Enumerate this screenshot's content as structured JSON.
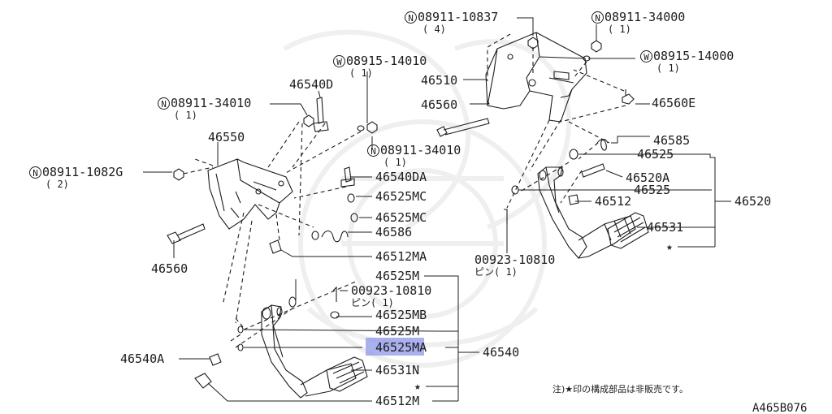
{
  "labels": {
    "n_08911_10837": "08911-10837",
    "n_08911_10837_qty": "( 4)",
    "n_08911_34000": "08911-34000",
    "n_08911_34000_qty": "( 1)",
    "w_08915_14000": "08915-14000",
    "w_08915_14000_qty": "( 1)",
    "p_46510": "46510",
    "p_46560_top": "46560",
    "p_46560E": "46560E",
    "w_08915_14010": "08915-14010",
    "w_08915_14010_qty": "( 1)",
    "p_46540D": "46540D",
    "n_08911_34010_a": "08911-34010",
    "n_08911_34010_a_qty": "( 1)",
    "n_08911_34010_b": "08911-34010",
    "n_08911_34010_b_qty": "( 1)",
    "p_46550": "46550",
    "n_08911_1082G": "08911-1082G",
    "n_08911_1082G_qty": "( 2)",
    "p_46540DA": "46540DA",
    "p_46525MC_1": "46525MC",
    "p_46525MC_2": "46525MC",
    "p_46586": "46586",
    "p_46512MA": "46512MA",
    "p_46560_left": "46560",
    "p_46585": "46585",
    "p_46525_a": "46525",
    "p_46520A": "46520A",
    "p_46525_b": "46525",
    "p_46512": "46512",
    "p_46520": "46520",
    "p_46531": "46531",
    "pin_00923_10810_r": "00923-10810",
    "pin_00923_10810_r_sub": "ピン( 1)",
    "p_46525M_1": "46525M",
    "pin_00923_10810_l": "00923-10810",
    "pin_00923_10810_l_sub": "ピン( 1)",
    "p_46525MB": "46525MB",
    "p_46525M_2": "46525M",
    "p_46525MA": "46525MA",
    "p_46540": "46540",
    "p_46540A": "46540A",
    "p_46531N": "46531N",
    "p_46512M": "46512M"
  },
  "symbols": {
    "nut": "N",
    "washer": "W",
    "star": "★"
  },
  "note": "注)★印の構成部品は非販売です。",
  "diagram_code": "A465B076",
  "colors": {
    "ink": "#1c1c1c",
    "highlight": "#8f95e8"
  }
}
